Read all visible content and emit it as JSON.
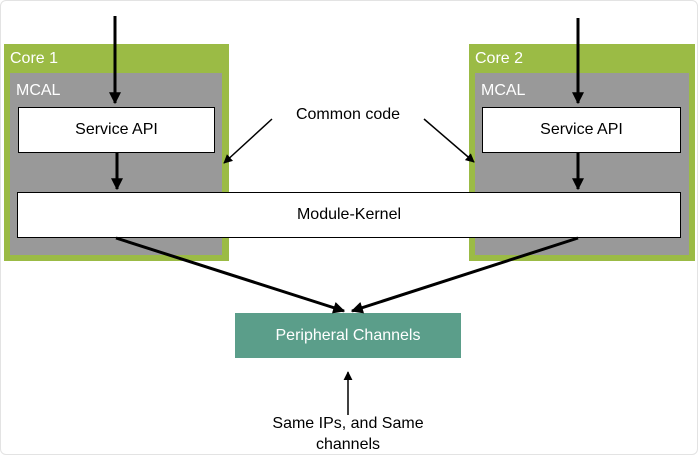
{
  "core1": {
    "label": "Core 1",
    "mcal_label": "MCAL",
    "service_api": "Service API"
  },
  "core2": {
    "label": "Core 2",
    "mcal_label": "MCAL",
    "service_api": "Service API"
  },
  "module_kernel": "Module-Kernel",
  "common_code": "Common code",
  "peripheral_channels": "Peripheral Channels",
  "footnote_line1": "Same IPs, and Same",
  "footnote_line2": "channels",
  "colors": {
    "core": "#9bbb45",
    "mcal": "#999999",
    "peripheral": "#5b9e8a"
  }
}
